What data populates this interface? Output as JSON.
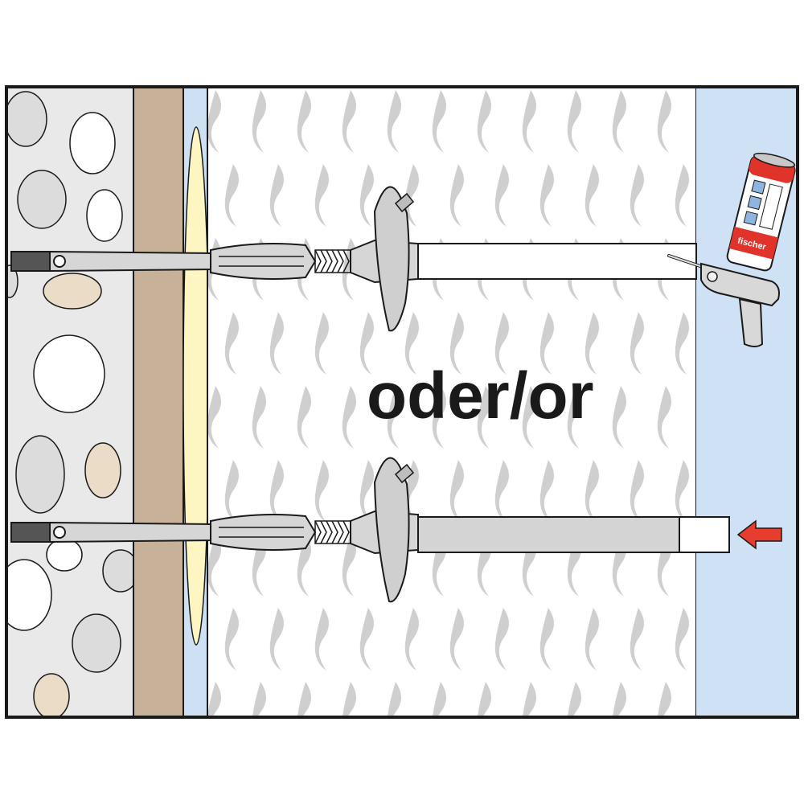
{
  "diagram": {
    "caption": "oder/or",
    "can_brand": "fischer",
    "colors": {
      "frame": "#1a1a1a",
      "masonry": "#e9e9e9",
      "stone": "#dcdcdc",
      "stone_light": "#ffffff",
      "stone_warm": "#eadcc6",
      "wood_layer": "#c7b299",
      "adhesive": "#fdf6c3",
      "air_gap": "#cde0f4",
      "insulation": "#ffffff",
      "insulation_pattern": "#cfcfcf",
      "outside": "#cfe1f4",
      "anchor": "#d6d6d6",
      "arrow": "#e63d2f",
      "can_red": "#e0332a"
    },
    "layers": [
      {
        "id": "masonry",
        "name": "masonry-wall"
      },
      {
        "id": "wood",
        "name": "wood-layer"
      },
      {
        "id": "adhesive",
        "name": "adhesive-strip"
      },
      {
        "id": "insulation",
        "name": "insulation-board"
      },
      {
        "id": "outside",
        "name": "outside-air"
      }
    ],
    "anchors": [
      {
        "name": "anchor-top",
        "variant": "foam-plug"
      },
      {
        "name": "anchor-bottom",
        "variant": "cap-plug"
      }
    ],
    "tools": [
      {
        "name": "foam-gun-icon"
      },
      {
        "name": "push-arrow-icon"
      }
    ]
  }
}
